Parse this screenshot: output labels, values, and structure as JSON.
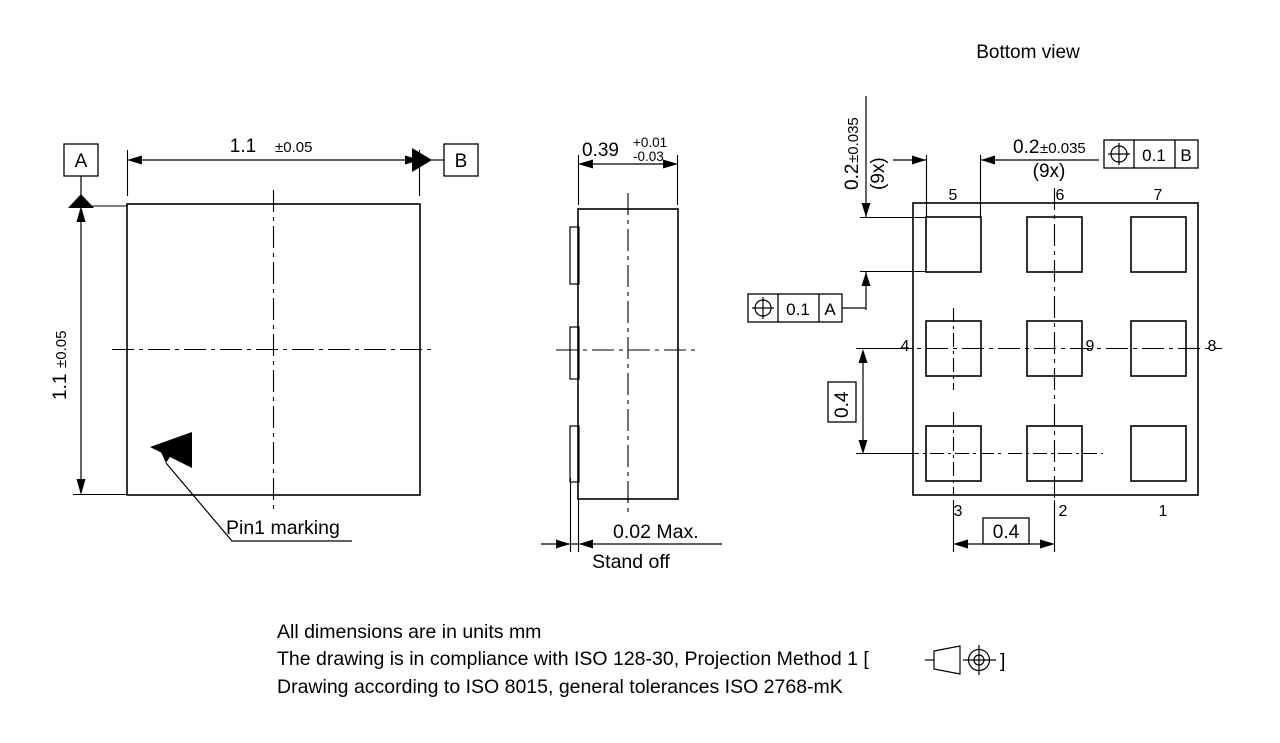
{
  "drawing": {
    "title_bottom_view": "Bottom view",
    "units_note": "All dimensions are in units mm",
    "iso_note": "The drawing is in compliance with ISO 128-30, Projection Method 1 [",
    "iso_note_close": "]",
    "tolerance_note": "Drawing according to ISO 8015, general tolerances ISO 2768-mK",
    "line_color": "#000000",
    "background": "#ffffff"
  },
  "top_view": {
    "datum_a_label": "A",
    "datum_b_label": "B",
    "width_dim": "1.1",
    "width_tol": "±0.05",
    "height_dim": "1.1",
    "height_tol": "±0.05",
    "pin1_label": "Pin1 marking"
  },
  "side_view": {
    "height_dim": "0.39",
    "height_tol_upper": "+0.01",
    "height_tol_lower": "-0.03",
    "standoff_dim": "0.02 Max.",
    "standoff_label": "Stand off"
  },
  "bottom_view": {
    "pad_pitch_x": "0.2",
    "pad_pitch_x_tol": "±0.035",
    "pad_pitch_x_qty": "(9x)",
    "pad_pitch_y": "0.2",
    "pad_pitch_y_tol": "±0.035",
    "pad_pitch_y_qty": "(9x)",
    "basic_dim_vertical": "0.4",
    "basic_dim_horizontal": "0.4",
    "fcf_b": {
      "symbol": "position-symbol",
      "tolerance": "0.1",
      "datum": "B"
    },
    "fcf_a": {
      "symbol": "position-symbol",
      "tolerance": "0.1",
      "datum": "A"
    },
    "pins": [
      {
        "number": "5",
        "row": 0,
        "col": 0
      },
      {
        "number": "6",
        "row": 0,
        "col": 1
      },
      {
        "number": "7",
        "row": 0,
        "col": 2
      },
      {
        "number": "4",
        "row": 1,
        "col": 0
      },
      {
        "number": "9",
        "row": 1,
        "col": 1
      },
      {
        "number": "8",
        "row": 1,
        "col": 2
      },
      {
        "number": "3",
        "row": 2,
        "col": 0
      },
      {
        "number": "2",
        "row": 2,
        "col": 1
      },
      {
        "number": "1",
        "row": 2,
        "col": 2
      }
    ]
  }
}
